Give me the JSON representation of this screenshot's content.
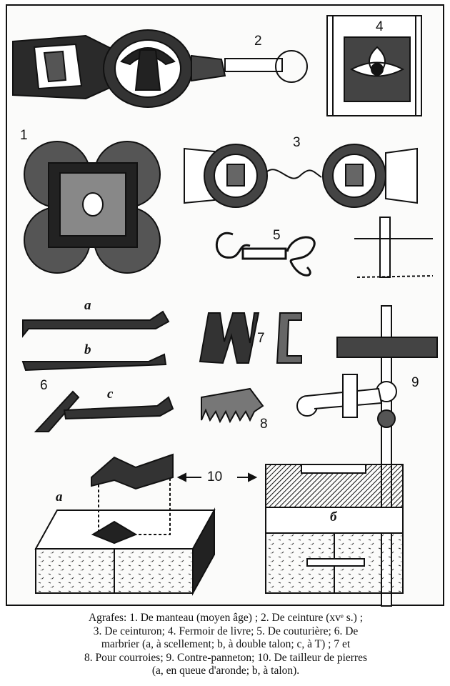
{
  "labels": {
    "n1": "1",
    "n2": "2",
    "n3": "3",
    "n4": "4",
    "n5": "5",
    "n6": "6",
    "n7": "7",
    "n8": "8",
    "n9": "9",
    "n10": "10",
    "a": "a",
    "b": "b",
    "c": "c",
    "a10": "a",
    "b10": "б"
  },
  "caption": {
    "lines": [
      "Agrafes: 1. De manteau (moyen âge) ; 2. De ceinture (xvᵉ s.) ;",
      "3. De ceinturon; 4. Fermoir de livre; 5. De couturière; 6. De",
      "marbrier (a, à scellement; b, à double talon; c, à T) ; 7 et",
      "8. Pour courroies; 9. Contre-panneton; 10. De tailleur de pierres",
      "(a, en queue d'aronde; b, à talon)."
    ]
  }
}
